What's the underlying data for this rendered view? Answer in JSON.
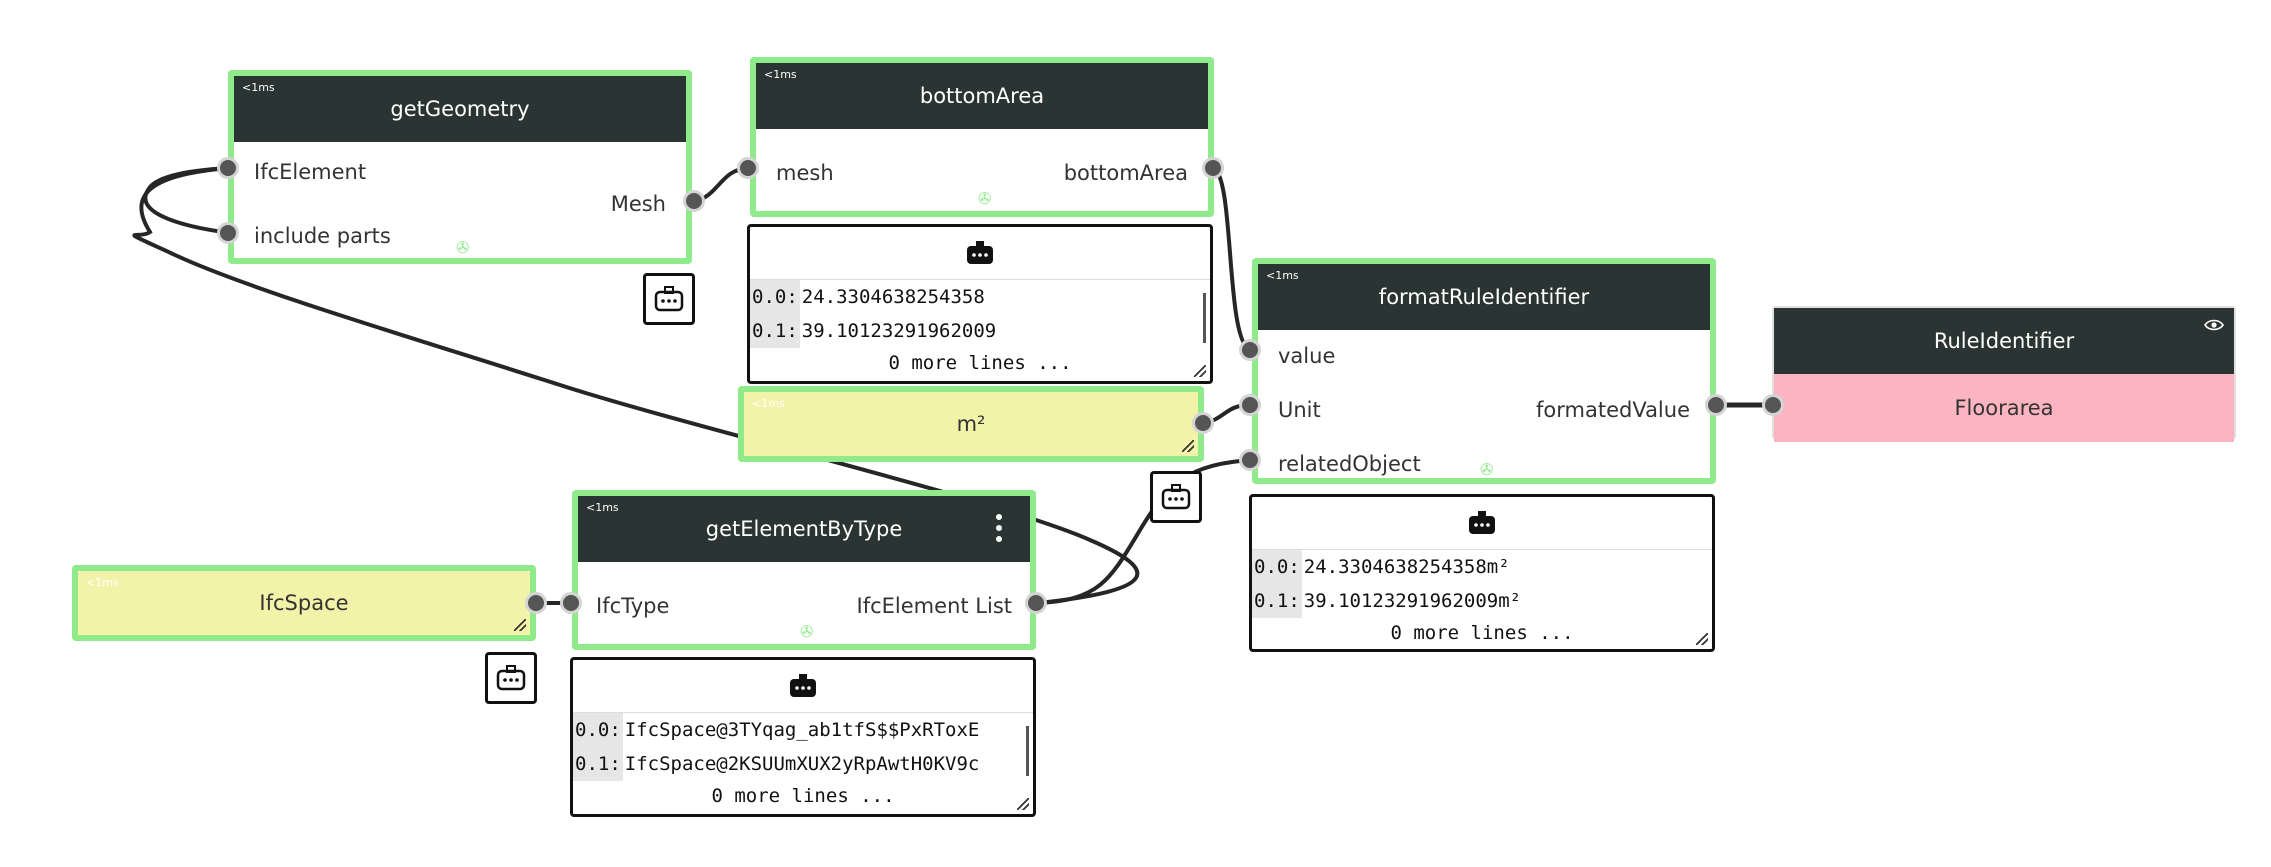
{
  "nodes": {
    "getGeometry": {
      "timing": "<1ms",
      "title": "getGeometry",
      "inputs": [
        "IfcElement",
        "include parts"
      ],
      "output": "Mesh"
    },
    "bottomArea": {
      "timing": "<1ms",
      "title": "bottomArea",
      "input": "mesh",
      "output": "bottomArea",
      "out_rows": [
        {
          "idx": "0.0:",
          "val": "24.3304638254358"
        },
        {
          "idx": "0.1:",
          "val": "39.10123291962009"
        }
      ],
      "more": "0 more lines ..."
    },
    "unit": {
      "timing": "<1ms",
      "value": "m²"
    },
    "formatRuleIdentifier": {
      "timing": "<1ms",
      "title": "formatRuleIdentifier",
      "inputs": [
        "value",
        "Unit",
        "relatedObject"
      ],
      "output": "formatedValue",
      "out_rows": [
        {
          "idx": "0.0:",
          "val": "24.3304638254358m²"
        },
        {
          "idx": "0.1:",
          "val": "39.10123291962009m²"
        }
      ],
      "more": "0 more lines ..."
    },
    "ruleIdentifier": {
      "title": "RuleIdentifier",
      "value": "Floorarea"
    },
    "getElementByType": {
      "timing": "<1ms",
      "title": "getElementByType",
      "input": "IfcType",
      "output": "IfcElement List",
      "out_rows": [
        {
          "idx": "0.0:",
          "val": "IfcSpace@3TYqag_ab1tfS$$PxRToxE"
        },
        {
          "idx": "0.1:",
          "val": "IfcSpace@2KSUUmXUX2yRpAwtH0KV9c"
        }
      ],
      "more": "0 more lines ..."
    },
    "ifcSpace": {
      "timing": "<1ms",
      "value": "IfcSpace"
    }
  },
  "colors": {
    "node_border": "#8fea8a",
    "header": "#2a3432",
    "constant": "#f2f3a8",
    "result": "#fbb4c0",
    "port": "#555555",
    "wire": "#262626"
  },
  "icons": [
    "debug-icon",
    "output-viewer-icon",
    "more-options-icon",
    "eye-icon",
    "resize-handle-icon"
  ]
}
